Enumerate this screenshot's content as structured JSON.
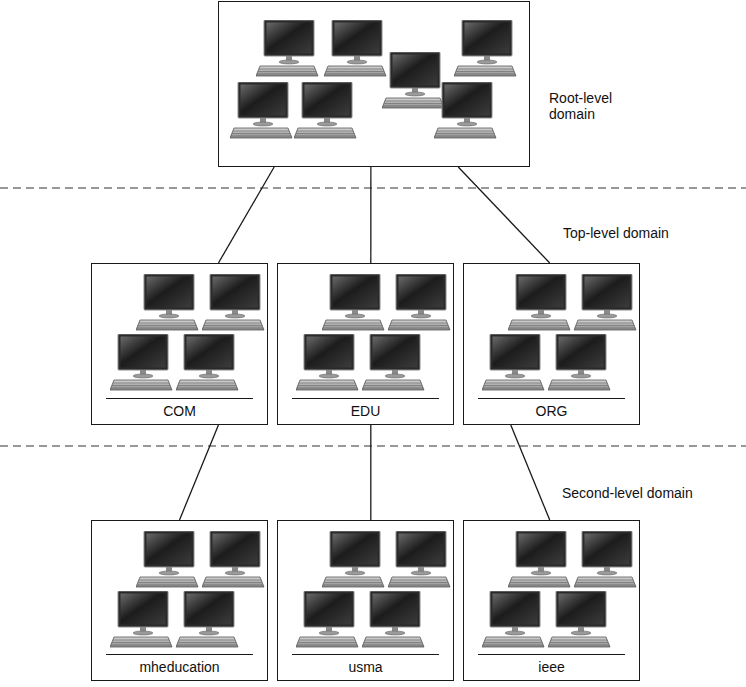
{
  "diagram": {
    "nodes": [
      {
        "text": [
          "Root-level domain"
        ]
      },
      {
        "text": [
          "COM"
        ]
      },
      {
        "text": [
          "EDU"
        ]
      },
      {
        "text": [
          "ORG"
        ]
      },
      {
        "text": [
          "mheducation"
        ]
      },
      {
        "text": [
          "usma"
        ]
      },
      {
        "text": [
          "ieee"
        ]
      }
    ],
    "edges": [
      {
        "from": 0,
        "to": 1,
        "arrow": "none"
      },
      {
        "from": 0,
        "to": 2,
        "arrow": "none"
      },
      {
        "from": 0,
        "to": 3,
        "arrow": "none"
      },
      {
        "from": 1,
        "to": 4,
        "arrow": "none"
      },
      {
        "from": 2,
        "to": 5,
        "arrow": "none"
      },
      {
        "from": 3,
        "to": 6,
        "arrow": "none"
      }
    ],
    "labels": [
      "Top-level domain",
      "Second-level domain"
    ]
  }
}
